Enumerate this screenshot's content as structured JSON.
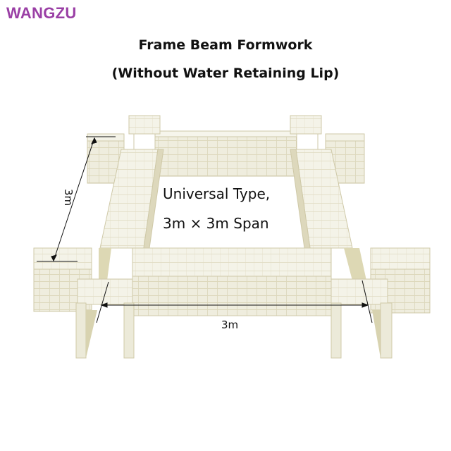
{
  "brand": {
    "name": "WANGZU",
    "color": "#9a3fa5"
  },
  "title": {
    "line1": "Frame Beam Formwork",
    "line2": "(Without Water Retaining Lip)"
  },
  "caption": {
    "line1": "Universal Type,",
    "line2": "3m × 3m Span"
  },
  "dimensions": {
    "left_span": "3m",
    "bottom_span": "3m"
  },
  "colors": {
    "formwork_face": "#ecead9",
    "formwork_light": "#f5f4ea",
    "formwork_shadow": "#d9d4b4",
    "rib": "#cfc9a8",
    "clip": "#9aa0a6",
    "dimension_line": "#111111"
  }
}
